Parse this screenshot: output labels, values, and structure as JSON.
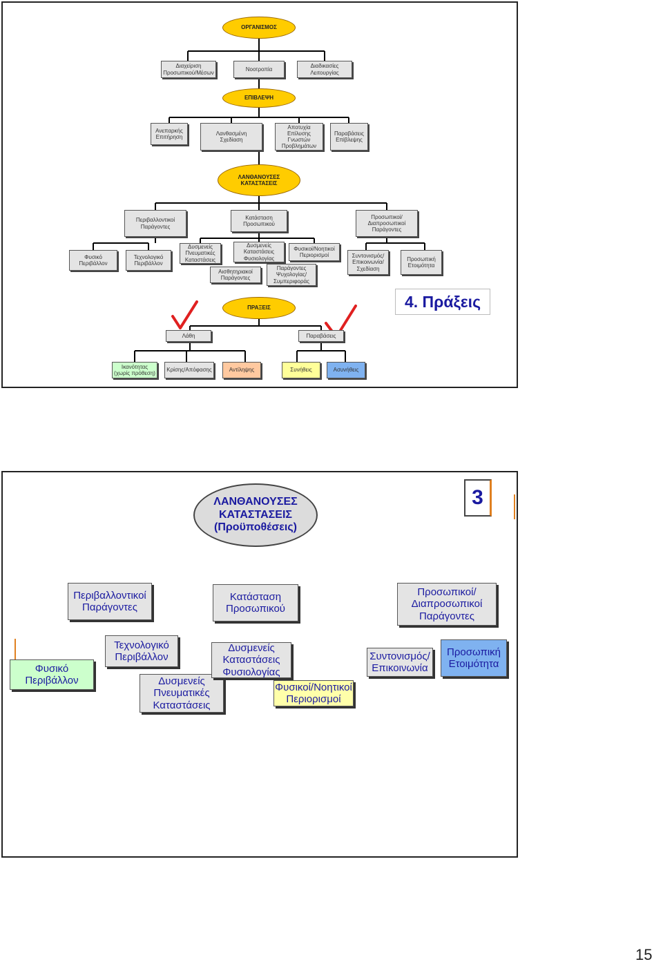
{
  "slide1": {
    "organismos": "ΟΡΓΑΝΙΣΜΟΣ",
    "org_children": [
      "Διαχείριση\nΠροσωπικού/Μέσων",
      "Νοοτροπία",
      "Διαδικασίες\nΛειτουργίας"
    ],
    "epiblepsi": "ΕΠΙΒΛΕΨΗ",
    "epi_children": [
      "Ανεπαρκής\nΕπιτήρηση",
      "Λανθασμένη\nΣχεδίαση",
      "Αποτυχία\nΕπίλυσης\nΓνωστών\nΠροβλημάτων",
      "Παραβάσεις\nΕπίβλεψης"
    ],
    "lanthanouses": "ΛΑΝΘΑΝΟΥΣΕΣ\nΚΑΤΑΣΤΑΣΕΙΣ",
    "lan_children": [
      "Περιβαλλοντικοί\nΠαράγοντες",
      "Κατάσταση\nΠροσωπικού",
      "Προσωπικοί/\nΔιαπροσωπικοί\nΠαράγοντες"
    ],
    "fysiko": "Φυσικό\nΠεριβάλλον",
    "texnologiko": "Τεχνολογικό\nΠεριβάλλον",
    "pneumatikes": "Δυσμενείς\nΠνευματικές\nΚαταστάσεις",
    "fysiologias": "Δυσμενείς\nΚαταστάσεις\nΦυσιολογίας",
    "noitikoi": "Φυσικοί/Νοητικοί\nΠεριορισμοί",
    "aisthitiriakoi": "Αισθητηριακοί\nΠαράγοντες",
    "psyxologias": "Παράγοντες\nΨυχολογίας/\nΣυμπεριφοράς",
    "syntonismos": "Συντονισμός/\nΕπικοινωνία/\nΣχεδίαση",
    "etoimotita": "Προσωπική\nΕτοιμότητα",
    "praxeis": "ΠΡΑΞΕΙΣ",
    "praxeis_label": "4. Πράξεις",
    "lathi": "Λάθη",
    "paraviaseis": "Παραβάσεις",
    "bottom": [
      "Ικανότητας\n(χωρίς πρόθεση)",
      "Κρίσης/Απόφασης",
      "Αντίληψης",
      "Συνήθεις",
      "Ασυνήθεις"
    ]
  },
  "slide2": {
    "root": "ΛΑΝΘΑΝΟΥΣΕΣ\nΚΑΤΑΣΤΑΣΕΙΣ\n(Προϋποθέσεις)",
    "badge": "3",
    "level1": [
      "Περιβαλλοντικοί\nΠαράγοντες",
      "Κατάσταση\nΠροσωπικού",
      "Προσωπικοί/\nΔιαπροσωπικοί\nΠαράγοντες"
    ],
    "fysiko": "Φυσικό\nΠεριβάλλον",
    "texnologiko": "Τεχνολογικό\nΠεριβάλλον",
    "pneumatikes": "Δυσμενείς\nΠνευματικές\nΚαταστάσεις",
    "fysiologias": "Δυσμενείς\nΚαταστάσεις\nΦυσιολογίας",
    "noitikoi": "Φυσικοί/Νοητικοί\nΠεριορισμοί",
    "syntonismos": "Συντονισμός/\nΕπικοινωνία",
    "etoimotita": "Προσωπική\nΕτοιμότητα"
  },
  "page_number": "15",
  "colors": {
    "ellipse_yellow": "#ffcc00",
    "box_gray": "#e4e4e4",
    "text_blue": "#1a1aa0",
    "check_red": "#e02020"
  }
}
